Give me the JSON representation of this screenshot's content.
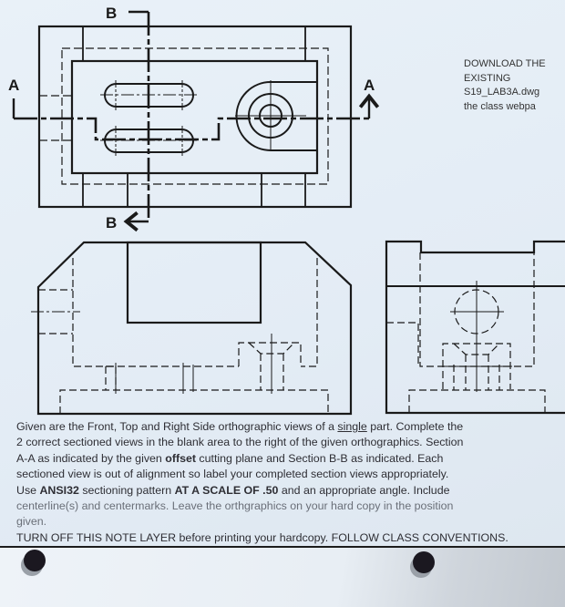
{
  "drawing": {
    "section_labels": {
      "b_top": "B",
      "b_bottom": "B",
      "a_left": "A",
      "a_right": "A"
    },
    "line_color": "#1a1a1a"
  },
  "side_note": {
    "lines": [
      "DOWNLOAD THE",
      "EXISTING",
      "S19_LAB3A.dwg",
      "the class webpa"
    ]
  },
  "instructions": {
    "l1a": "Given are the Front, Top and  Right Side orthographic views of a ",
    "l1u": "single",
    "l1b": " part. Complete the",
    "l2": "2 correct sectioned views in the blank area to the right of the given orthographics.  Section",
    "l3a": "A-A as indicated by the given ",
    "l3b": "offset",
    "l3c": " cutting plane and Section B-B as indicated. Each",
    "l4": "sectioned view is out of alignment  so label your completed section views appropriately.",
    "l5a": "Use ",
    "l5b": "ANSI32",
    "l5c": " sectioning pattern ",
    "l5d": "AT A SCALE OF .50",
    "l5e": " and an appropriate angle. Include",
    "l6": "centerline(s) and centermarks. Leave the orthgraphics on your hard copy in the position",
    "l7": "given.",
    "l8": "TURN OFF THIS NOTE LAYER before printing your hardcopy.  FOLLOW CLASS CONVENTIONS."
  }
}
